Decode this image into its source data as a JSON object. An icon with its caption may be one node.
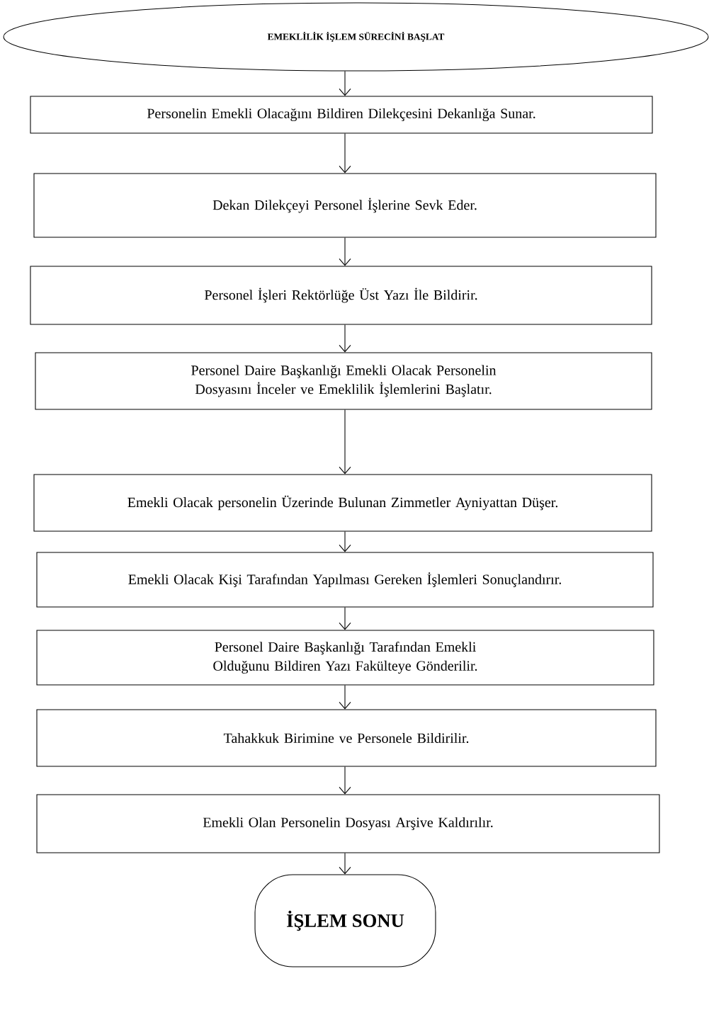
{
  "diagram": {
    "nodes": [
      {
        "text": [
          "EMEKLİLİK İŞLEM SÜRECİNİ BAŞLAT"
        ]
      },
      {
        "text": [
          "Personelin Emekli Olacağını Bildiren Dilekçesini Dekanlığa Sunar."
        ]
      },
      {
        "text": [
          "Dekan Dilekçeyi Personel İşlerine Sevk Eder."
        ]
      },
      {
        "text": [
          "Personel İşleri Rektörlüğe Üst Yazı İle Bildirir."
        ]
      },
      {
        "text": [
          "Personel Daire Başkanlığı Emekli Olacak Personelin Dosyasını İnceler ve Emeklilik İşlemlerini Başlatır."
        ]
      },
      {
        "text": [
          "Emekli Olacak personelin Üzerinde Bulunan Zimmetler Ayniyattan Düşer."
        ]
      },
      {
        "text": [
          "Emekli Olacak Kişi Tarafından Yapılması Gereken İşlemleri Sonuçlandırır."
        ]
      },
      {
        "text": [
          "Personel Daire Başkanlığı Tarafından Emekli Olduğunu Bildiren Yazı Fakülteye Gönderilir."
        ]
      },
      {
        "text": [
          "Tahakkuk Birimine ve Personele Bildirilir."
        ]
      },
      {
        "text": [
          "Emekli Olan Personelin Dosyası Arşive Kaldırılır."
        ]
      },
      {
        "text": [
          "İŞLEM SONU"
        ]
      }
    ],
    "edges": [
      {
        "from": 0,
        "to": 1,
        "arrow": "to"
      },
      {
        "from": 1,
        "to": 2,
        "arrow": "to"
      },
      {
        "from": 2,
        "to": 3,
        "arrow": "to"
      },
      {
        "from": 3,
        "to": 4,
        "arrow": "to"
      },
      {
        "from": 4,
        "to": 5,
        "arrow": "to"
      },
      {
        "from": 5,
        "to": 6,
        "arrow": "to"
      },
      {
        "from": 6,
        "to": 7,
        "arrow": "to"
      },
      {
        "from": 7,
        "to": 8,
        "arrow": "to"
      },
      {
        "from": 8,
        "to": 9,
        "arrow": "to"
      },
      {
        "from": 9,
        "to": 10,
        "arrow": "to"
      }
    ]
  }
}
